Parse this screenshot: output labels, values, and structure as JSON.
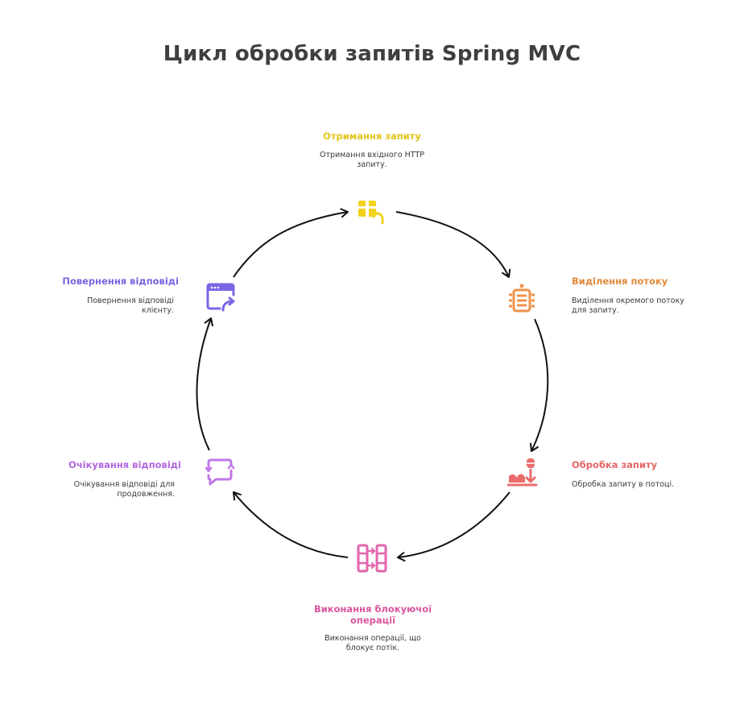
{
  "title": "Цикл обробки запитів Spring MVC",
  "colors": {
    "yellow": "#e2c419",
    "orange": "#e08a3a",
    "red": "#e66565",
    "pink": "#d9559e",
    "violet": "#b267df",
    "purple": "#7a63e0",
    "arrow": "#111111"
  },
  "steps": [
    {
      "label": "Отримання запиту",
      "desc": "Отримання вхідного HTTP запиту.",
      "icon": "receive-package-icon",
      "color": "#e2c419"
    },
    {
      "label": "Виділення потоку",
      "desc": "Виділення окремого потоку для запиту.",
      "icon": "thread-stack-icon",
      "color": "#e08a3a"
    },
    {
      "label": "Обробка запиту",
      "desc": "Обробка запиту в потоці.",
      "icon": "processing-icon",
      "color": "#e66565"
    },
    {
      "label": "Виконання блокуючої операції",
      "desc": "Виконання операції, що блокує потік.",
      "icon": "blocking-transfer-icon",
      "color": "#d9559e"
    },
    {
      "label": "Очікування відповіді",
      "desc": "Очікування відповіді для продовження.",
      "icon": "waiting-chat-icon",
      "color": "#b267df"
    },
    {
      "label": "Повернення відповіді",
      "desc": "Повернення відповіді клієнту.",
      "icon": "return-window-icon",
      "color": "#7a63e0"
    }
  ]
}
